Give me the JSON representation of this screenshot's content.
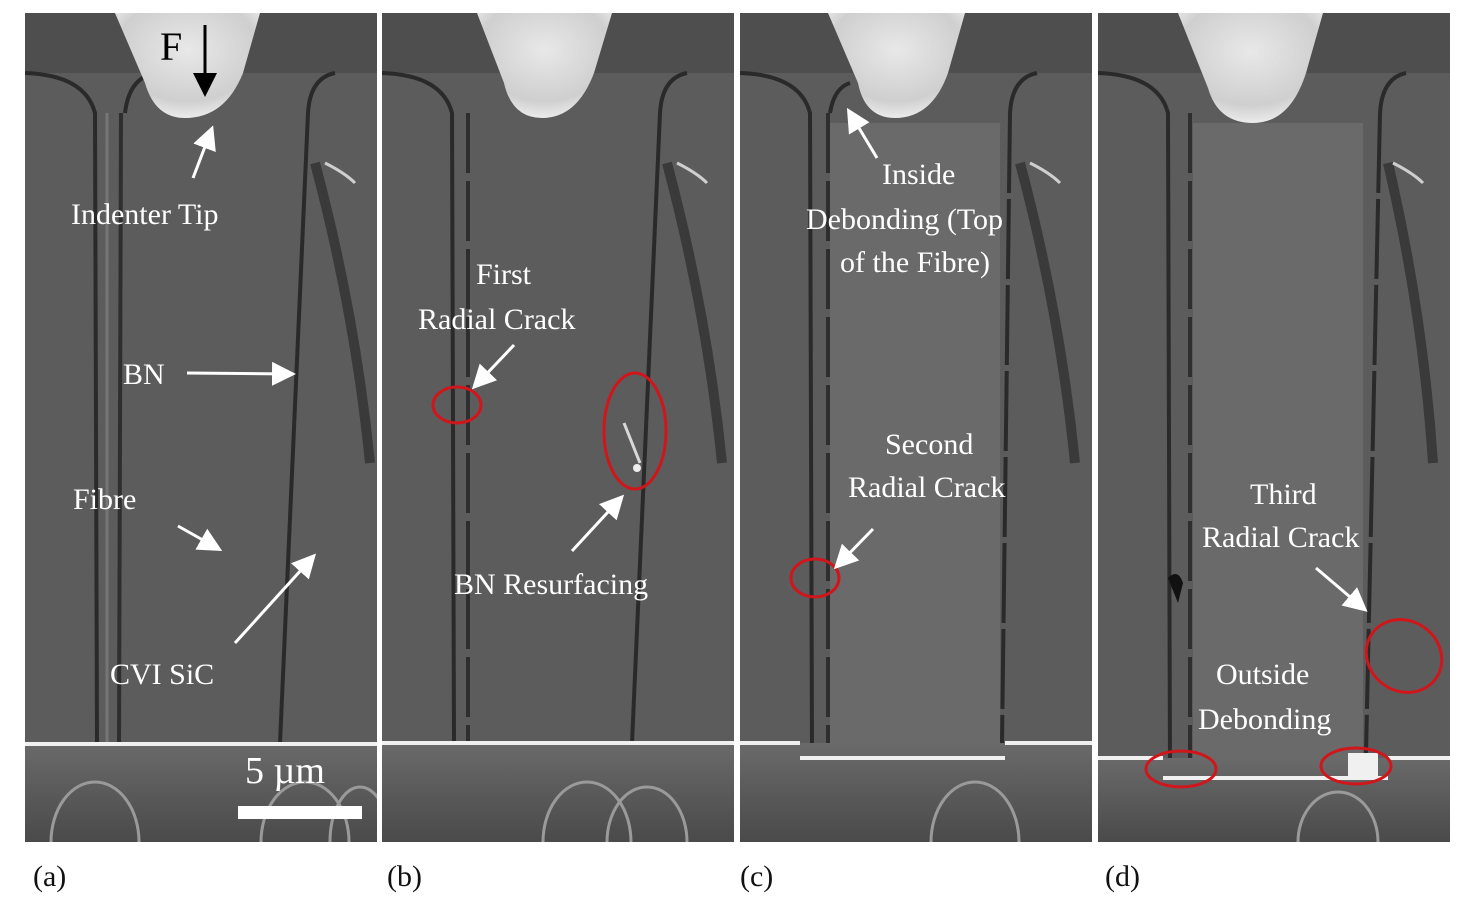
{
  "figure": {
    "panels": [
      {
        "id": "a",
        "caption": "(a)",
        "force_label": "F",
        "scale_bar": "5 µm",
        "annotations": {
          "indenter_tip": "Indenter Tip",
          "bn": "BN",
          "fibre": "Fibre",
          "cvi_sic": "CVI SiC"
        }
      },
      {
        "id": "b",
        "caption": "(b)",
        "annotations": {
          "first_crack_1": "First",
          "first_crack_2": "Radial Crack",
          "bn_resurfacing": "BN Resurfacing"
        }
      },
      {
        "id": "c",
        "caption": "(c)",
        "annotations": {
          "inside_1": "Inside",
          "inside_2": "Debonding (Top",
          "inside_3": "of the Fibre)",
          "second_1": "Second",
          "second_2": "Radial Crack"
        }
      },
      {
        "id": "d",
        "caption": "(d)",
        "annotations": {
          "third_1": "Third",
          "third_2": "Radial Crack",
          "outside_1": "Outside",
          "outside_2": "Debonding"
        }
      }
    ],
    "colors": {
      "highlight_ellipse": "#d0151b",
      "annotation_text": "#ffffff",
      "background_sem": "#5a5a5a"
    }
  }
}
